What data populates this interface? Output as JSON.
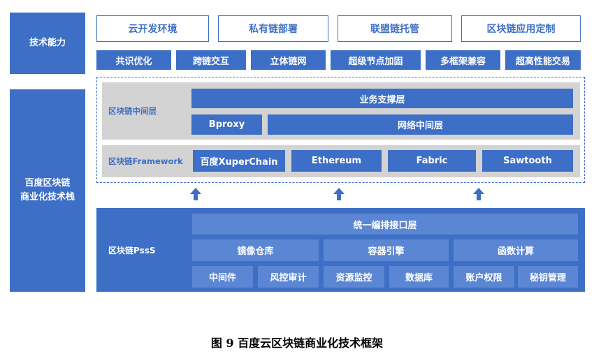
{
  "side_labels": {
    "tech_capability": "技术能力",
    "stack_line1": "百度区块链",
    "stack_line2": "商业化技术栈"
  },
  "top_row": [
    "云开发环境",
    "私有链部署",
    "联盟链托管",
    "区块链应用定制"
  ],
  "feature_row": [
    "共识优化",
    "跨链交互",
    "立体链网",
    "超级节点加固",
    "多框架兼容",
    "超高性能交易"
  ],
  "middleware": {
    "label": "区块链中间层",
    "support_layer": "业务支撑层",
    "bproxy": "Bproxy",
    "network_layer": "网络中间层"
  },
  "framework": {
    "label": "区块链Framework",
    "items": [
      "百度XuperChain",
      "Ethereum",
      "Fabric",
      "Sawtooth"
    ]
  },
  "arrows": [
    "up-arrow-icon",
    "up-arrow-icon",
    "up-arrow-icon"
  ],
  "pss": {
    "label": "区块链PssS",
    "orchestration": "统一编排接口层",
    "row2": [
      "镜像仓库",
      "容器引擎",
      "函数计算"
    ],
    "row3": [
      "中间件",
      "风控审计",
      "资源监控",
      "数据库",
      "账户权限",
      "秘钥管理"
    ]
  },
  "caption": "图 9 百度云区块链商业化技术框架",
  "colors": {
    "primary": "#3d6fc6",
    "light_block": "#5b86d3",
    "grey_band": "#d3d3d3"
  }
}
